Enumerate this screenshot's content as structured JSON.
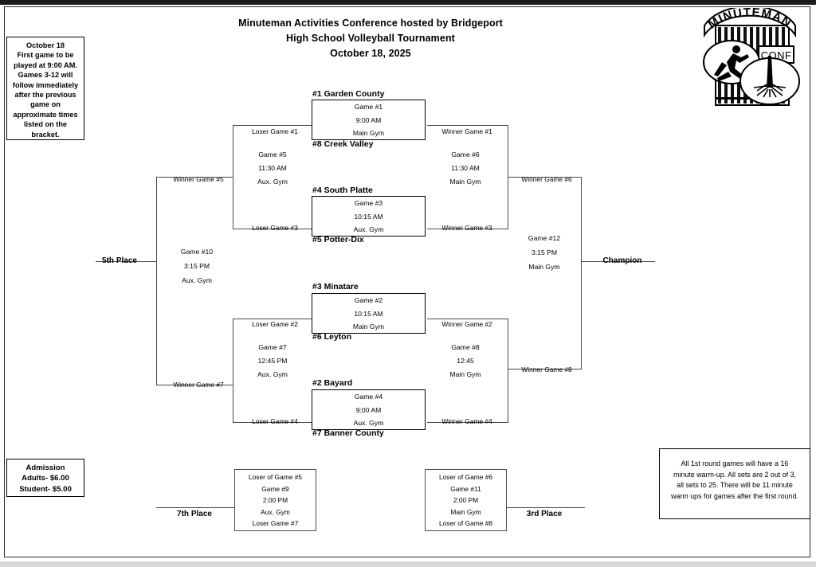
{
  "header": {
    "line1": "Minuteman Activities Conference hosted by Bridgeport",
    "line2": "High School Volleyball Tournament",
    "line3": "October 18, 2025"
  },
  "logo": {
    "arc_text": "MINUTEMAN",
    "conf_text": "CONF"
  },
  "notes": {
    "schedule": {
      "lines": [
        "October 18",
        "First game to be",
        "played at 9:00 AM.",
        "Games 3-12 will",
        "follow immediately",
        "after the previous",
        "game on",
        "approximate times",
        "listed on the",
        "bracket."
      ]
    },
    "admission": {
      "lines": [
        "Admission",
        "Adults- $6.00",
        "Student- $5.00"
      ]
    },
    "rules": {
      "lines": [
        "All 1st round games will have a 16",
        "minute warm-up. All sets are 2 out of 3,",
        "all sets to 25. There will be 11 minute",
        "warm ups for games after the first round."
      ]
    }
  },
  "teams": {
    "t1": "#1  Garden County",
    "t8": "#8  Creek Valley",
    "t4": "#4  South Platte",
    "t5": "#5  Potter-Dix",
    "t3": "#3  Minatare",
    "t6": "#6  Leyton",
    "t2": "#2  Bayard",
    "t7": "#7  Banner County"
  },
  "games": {
    "g1": {
      "name": "Game #1",
      "time": "9:00 AM",
      "gym": "Main Gym"
    },
    "g3": {
      "name": "Game #3",
      "time": "10:15 AM",
      "gym": "Aux. Gym"
    },
    "g2": {
      "name": "Game #2",
      "time": "10:15 AM",
      "gym": "Main Gym"
    },
    "g4": {
      "name": "Game #4",
      "time": "9:00 AM",
      "gym": "Aux. Gym"
    },
    "g5": {
      "name": "Game #5",
      "time": "11:30 AM",
      "gym": "Aux. Gym"
    },
    "g6": {
      "name": "Game #6",
      "time": "11:30 AM",
      "gym": "Main Gym"
    },
    "g7": {
      "name": "Game #7",
      "time": "12:45 PM",
      "gym": "Aux. Gym"
    },
    "g8": {
      "name": "Game #8",
      "time": "12:45",
      "gym": "Main Gym"
    },
    "g10": {
      "name": "Game #10",
      "time": "3:15 PM",
      "gym": "Aux. Gym"
    },
    "g12": {
      "name": "Game #12",
      "time": "3:15 PM",
      "gym": "Main Gym"
    },
    "g9": {
      "name": "Game #9",
      "time": "2:00 PM",
      "gym": "Aux. Gym",
      "top": "Loser of Game #5",
      "bottom": "Loser Game #7"
    },
    "g11": {
      "name": "Game #11",
      "time": "2:00 PM",
      "gym": "Main Gym",
      "top": "Loser of Game #6",
      "bottom": "Loser of Game #8"
    }
  },
  "feeders": {
    "loser_g1": "Loser Game #1",
    "loser_g3": "Loser Game #3",
    "loser_g2": "Loser Game #2",
    "loser_g4": "Loser Game #4",
    "winner_g1": "Winner Game #1",
    "winner_g3": "Winner Game #3",
    "winner_g2": "Winner Game #2",
    "winner_g4": "Winner Game #4",
    "winner_g5": "Winner Game #5",
    "winner_g7": "Winner Game #7",
    "winner_g6": "Winner Game #6",
    "winner_g8": "Winner Game #8"
  },
  "placements": {
    "fifth": "5th Place",
    "champion": "Champion",
    "seventh": "7th Place",
    "third": "3rd Place"
  }
}
